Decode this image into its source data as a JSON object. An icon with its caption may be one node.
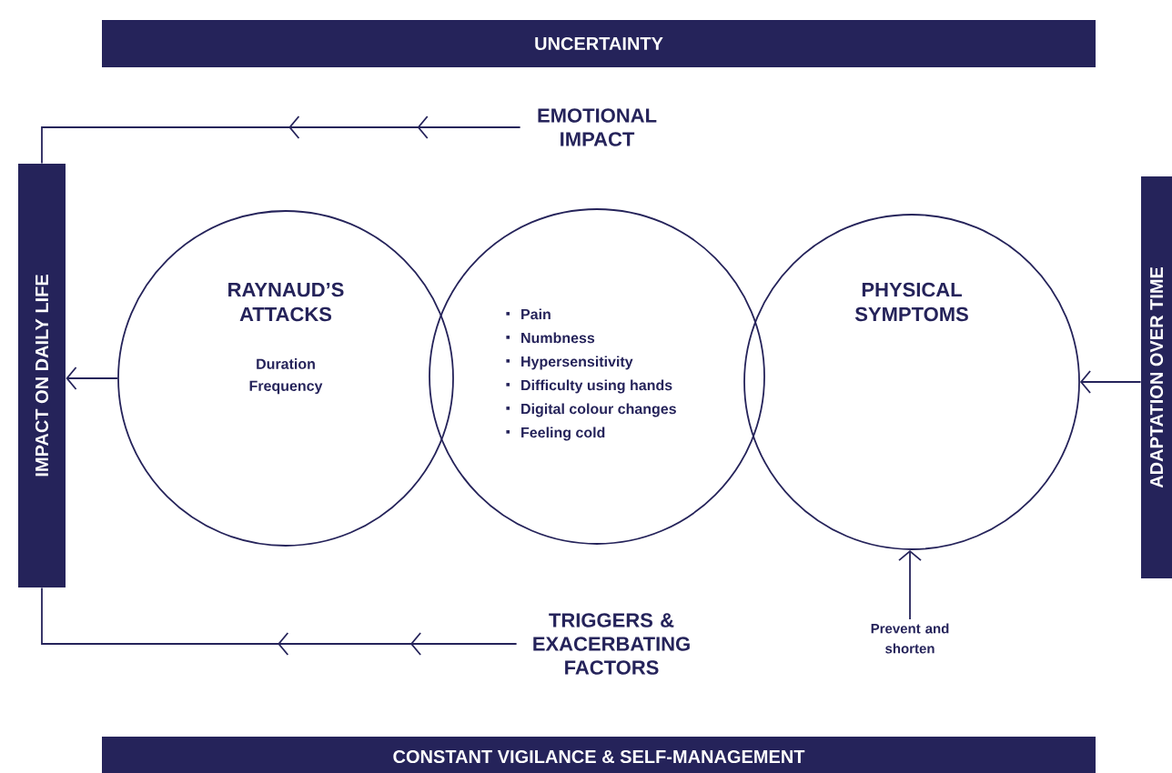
{
  "diagram": {
    "nodes": [
      {
        "text": [
          "UNCERTAINTY"
        ]
      },
      {
        "text": [
          "EMOTIONAL IMPACT"
        ]
      },
      {
        "text": [
          "IMPACT ON DAILY LIFE"
        ]
      },
      {
        "text": [
          "RAYNAUD’S ATTACKS",
          "Duration",
          "Frequency"
        ]
      },
      {
        "text": [
          "Pain",
          "Numbness",
          "Hypersensitivity",
          "Difficulty using hands",
          "Digital colour changes",
          "Feeling cold"
        ]
      },
      {
        "text": [
          "PHYSICAL SYMPTOMS"
        ]
      },
      {
        "text": [
          "ADAPTATION OVER TIME"
        ]
      },
      {
        "text": [
          "TRIGGERS & EXACERBATING FACTORS"
        ]
      },
      {
        "text": [
          "Prevent and shorten"
        ]
      },
      {
        "text": [
          "CONSTANT VIGILANCE & SELF-MANAGEMENT"
        ]
      }
    ],
    "edges": [
      {
        "from": 1,
        "to": 2,
        "arrow": "to"
      },
      {
        "from": 7,
        "to": 2,
        "arrow": "to"
      },
      {
        "from": 3,
        "to": 2,
        "arrow": "to"
      },
      {
        "from": 6,
        "to": 5,
        "arrow": "to"
      },
      {
        "from": 8,
        "to": 5,
        "arrow": "to"
      }
    ]
  }
}
